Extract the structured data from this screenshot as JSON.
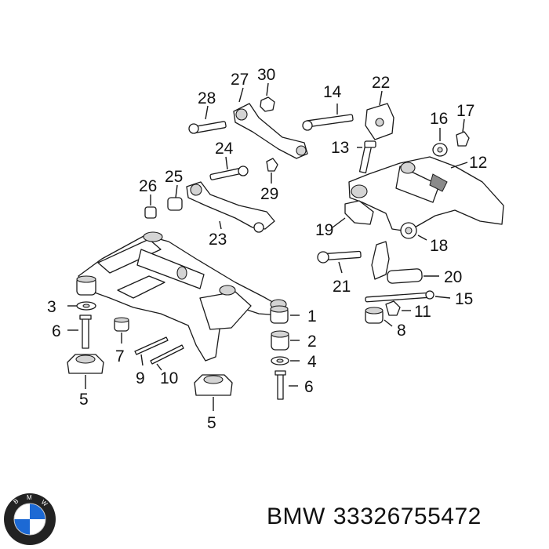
{
  "callouts": [
    "1",
    "2",
    "3",
    "4",
    "5",
    "5",
    "6",
    "6",
    "7",
    "8",
    "9",
    "10",
    "11",
    "12",
    "13",
    "14",
    "15",
    "16",
    "17",
    "18",
    "19",
    "20",
    "21",
    "22",
    "23",
    "24",
    "25",
    "26",
    "27",
    "28",
    "29",
    "30"
  ],
  "footer": {
    "brand": "BMW",
    "part_number": "33326755472"
  },
  "logo": {
    "letters": "BMW",
    "colors": {
      "blue": "#1c69d4",
      "white": "#ffffff",
      "ring": "#222222"
    }
  }
}
